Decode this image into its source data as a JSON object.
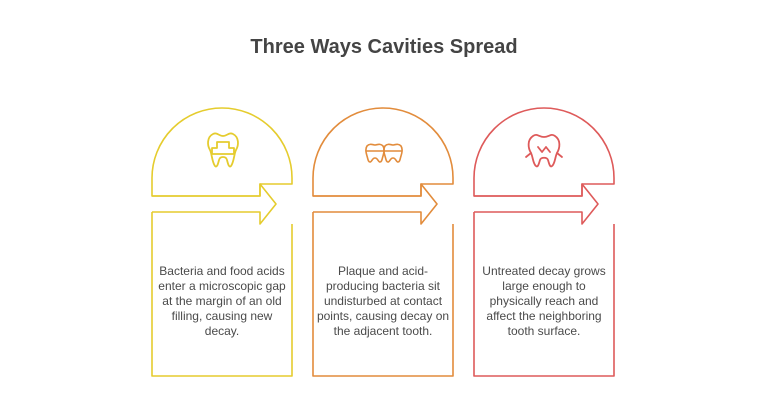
{
  "title": "Three Ways Cavities Spread",
  "cards": [
    {
      "text": "Bacteria and food acids enter a microscopic gap at the margin of an old filling, causing new decay.",
      "icon": "filled-tooth-icon",
      "color": "#E5CC2E"
    },
    {
      "text": "Plaque and acid-producing bacteria sit undisturbed at contact points, causing decay on the adjacent tooth.",
      "icon": "adjacent-teeth-icon",
      "color": "#E28C3C"
    },
    {
      "text": "Untreated decay grows large enough to physically reach and affect the neighboring tooth surface.",
      "icon": "decayed-tooth-icon",
      "color": "#DE5A5A"
    }
  ]
}
